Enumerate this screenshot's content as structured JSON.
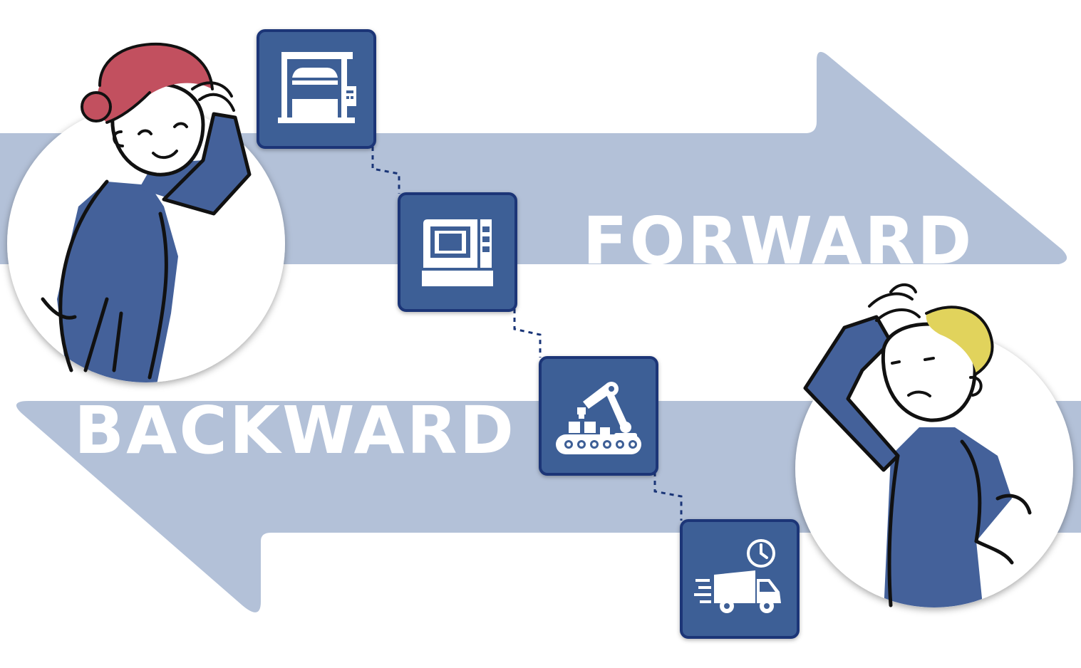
{
  "labels": {
    "forward": "FORWARD",
    "backward": "BACKWARD"
  },
  "colors": {
    "arrow": "#b3c1d8",
    "tile": "#3e5f96",
    "tile_border": "#1a3577",
    "connector": "#1a3577",
    "shirt": "#44619a",
    "woman_hair": "#c2505f",
    "man_hair": "#e1d35c",
    "outline": "#111111"
  },
  "process_steps": [
    {
      "id": "press-machine",
      "icon": "press-machine-icon"
    },
    {
      "id": "cnc-machine",
      "icon": "cnc-machine-icon"
    },
    {
      "id": "robot-conveyor",
      "icon": "robot-arm-conveyor-icon"
    },
    {
      "id": "delivery-truck",
      "icon": "delivery-truck-clock-icon"
    }
  ],
  "people": [
    {
      "id": "woman",
      "icon": "confused-woman-illustration"
    },
    {
      "id": "man",
      "icon": "confused-man-illustration"
    }
  ]
}
